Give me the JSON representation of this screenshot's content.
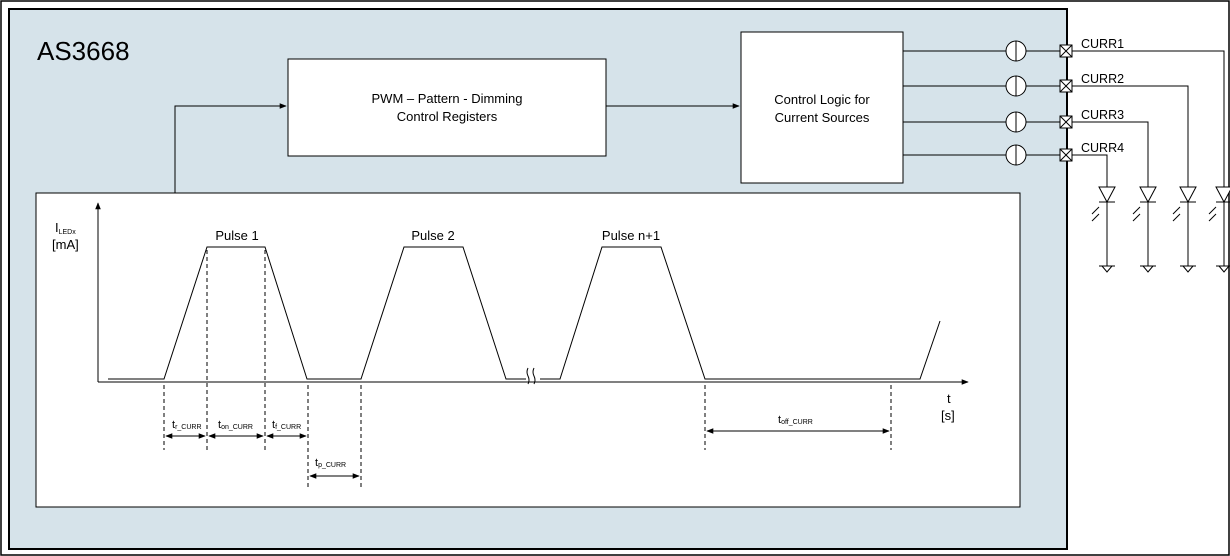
{
  "chip": {
    "name": "AS3668"
  },
  "blocks": {
    "registers": {
      "line1": "PWM – Pattern - Dimming",
      "line2": "Control Registers"
    },
    "control_logic": {
      "line1": "Control Logic for",
      "line2": "Current Sources"
    }
  },
  "pins": [
    "CURR1",
    "CURR2",
    "CURR3",
    "CURR4"
  ],
  "timing": {
    "y_axis": {
      "symbol": "I",
      "subscript": "LEDx",
      "unit": "[mA]"
    },
    "x_axis": {
      "symbol": "t",
      "unit": "[s]"
    },
    "pulses": [
      "Pulse 1",
      "Pulse 2",
      "Pulse n+1"
    ],
    "intervals": {
      "rise": {
        "main": "t",
        "sub": "r_CURR"
      },
      "on": {
        "main": "t",
        "sub": "on_CURR"
      },
      "fall": {
        "main": "t",
        "sub": "f_CURR"
      },
      "period": {
        "main": "t",
        "sub": "p_CURR"
      },
      "off": {
        "main": "t",
        "sub": "off_CURR"
      }
    }
  },
  "colors": {
    "chip_fill": "#d6e3ea",
    "line": "#000000",
    "panel_fill": "#ffffff"
  }
}
